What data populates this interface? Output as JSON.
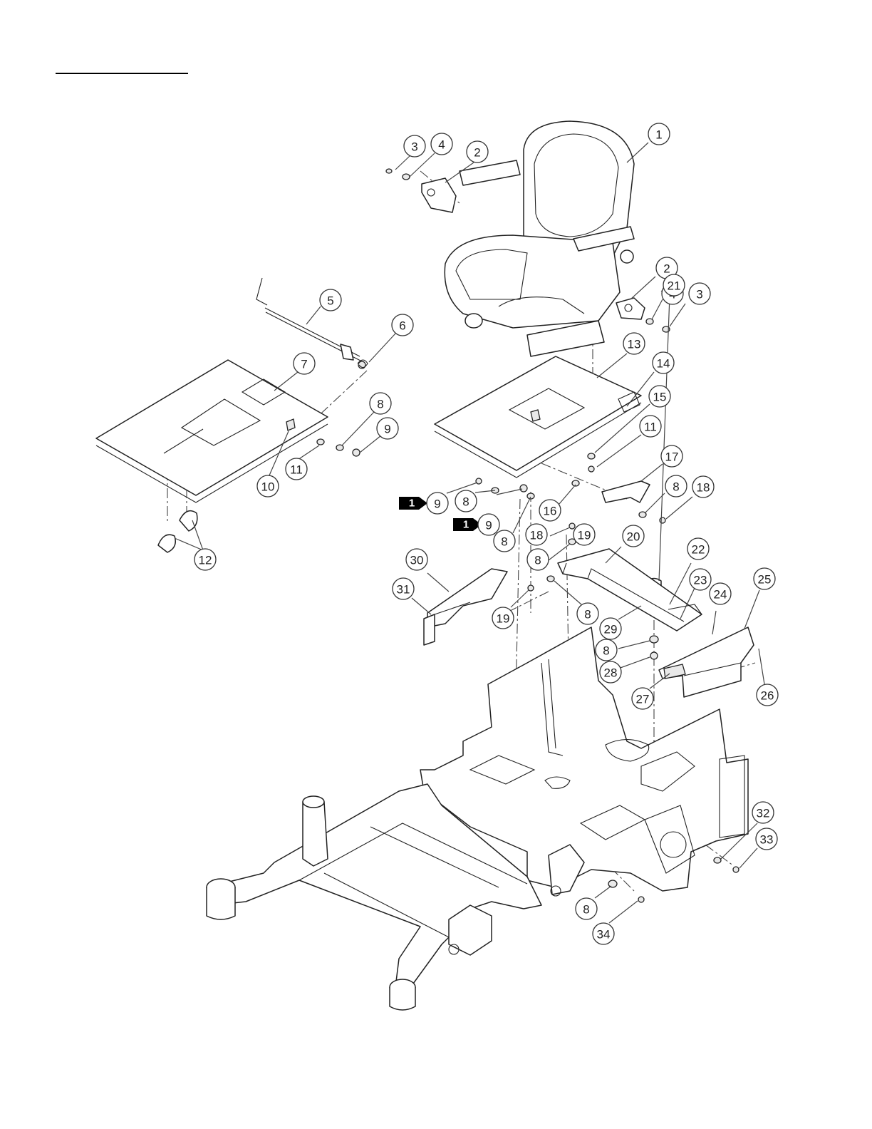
{
  "callouts": [
    {
      "label": "1"
    },
    {
      "label": "2"
    },
    {
      "label": "3"
    },
    {
      "label": "4"
    },
    {
      "label": "2"
    },
    {
      "label": "3"
    },
    {
      "label": "4"
    },
    {
      "label": "5"
    },
    {
      "label": "6"
    },
    {
      "label": "7"
    },
    {
      "label": "8"
    },
    {
      "label": "9"
    },
    {
      "label": "10"
    },
    {
      "label": "11"
    },
    {
      "label": "12"
    },
    {
      "label": "13"
    },
    {
      "label": "14"
    },
    {
      "label": "15"
    },
    {
      "label": "11"
    },
    {
      "label": "17"
    },
    {
      "label": "8"
    },
    {
      "label": "18"
    },
    {
      "label": "9"
    },
    {
      "label": "8"
    },
    {
      "label": "16"
    },
    {
      "label": "9"
    },
    {
      "label": "8"
    },
    {
      "label": "18"
    },
    {
      "label": "19"
    },
    {
      "label": "20"
    },
    {
      "label": "8"
    },
    {
      "label": "21"
    },
    {
      "label": "22"
    },
    {
      "label": "23"
    },
    {
      "label": "24"
    },
    {
      "label": "25"
    },
    {
      "label": "30"
    },
    {
      "label": "31"
    },
    {
      "label": "19"
    },
    {
      "label": "8"
    },
    {
      "label": "29"
    },
    {
      "label": "8"
    },
    {
      "label": "28"
    },
    {
      "label": "27"
    },
    {
      "label": "26"
    },
    {
      "label": "32"
    },
    {
      "label": "33"
    },
    {
      "label": "8"
    },
    {
      "label": "34"
    }
  ],
  "markers": [
    {
      "label": "1"
    },
    {
      "label": "1"
    }
  ]
}
